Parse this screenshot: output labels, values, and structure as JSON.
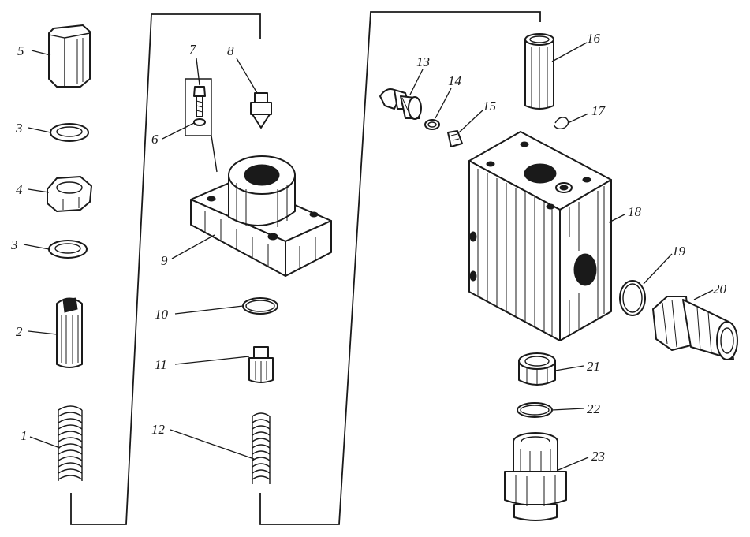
{
  "labels": {
    "p1": "1",
    "p2": "2",
    "p3a": "3",
    "p3b": "3",
    "p4": "4",
    "p5": "5",
    "p6": "6",
    "p7": "7",
    "p8": "8",
    "p9": "9",
    "p10": "10",
    "p11": "11",
    "p12": "12",
    "p13": "13",
    "p14": "14",
    "p15": "15",
    "p16": "16",
    "p17": "17",
    "p18": "18",
    "p19": "19",
    "p20": "20",
    "p21": "21",
    "p22": "22",
    "p23": "23"
  },
  "colors": {
    "ink": "#1a1a1a",
    "paper": "#ffffff"
  }
}
